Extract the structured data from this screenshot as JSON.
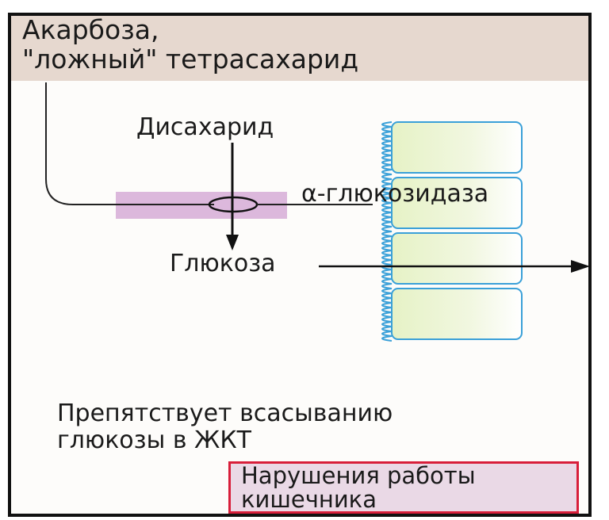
{
  "title": {
    "line1": "Акарбоза,",
    "line2": "\"ложный\" тетрасахарид"
  },
  "labels": {
    "disaccharide": "Дисахарид",
    "enzyme": "α-глюкозидаза",
    "glucose": "Глюкоза"
  },
  "effect": {
    "line1": "Препятствует всасыванию",
    "line2": "глюкозы в ЖКТ"
  },
  "side_effect": {
    "line1": "Нарушения работы",
    "line2": "кишечника"
  },
  "colors": {
    "header": "#e6d8cf",
    "enzyme_zone": "#dcb8dc",
    "cell_fill": "#eef5d6",
    "cell_stroke": "#3aa0d8",
    "side_effect_border": "#d81e3a",
    "side_effect_fill": "#ead9e6"
  }
}
